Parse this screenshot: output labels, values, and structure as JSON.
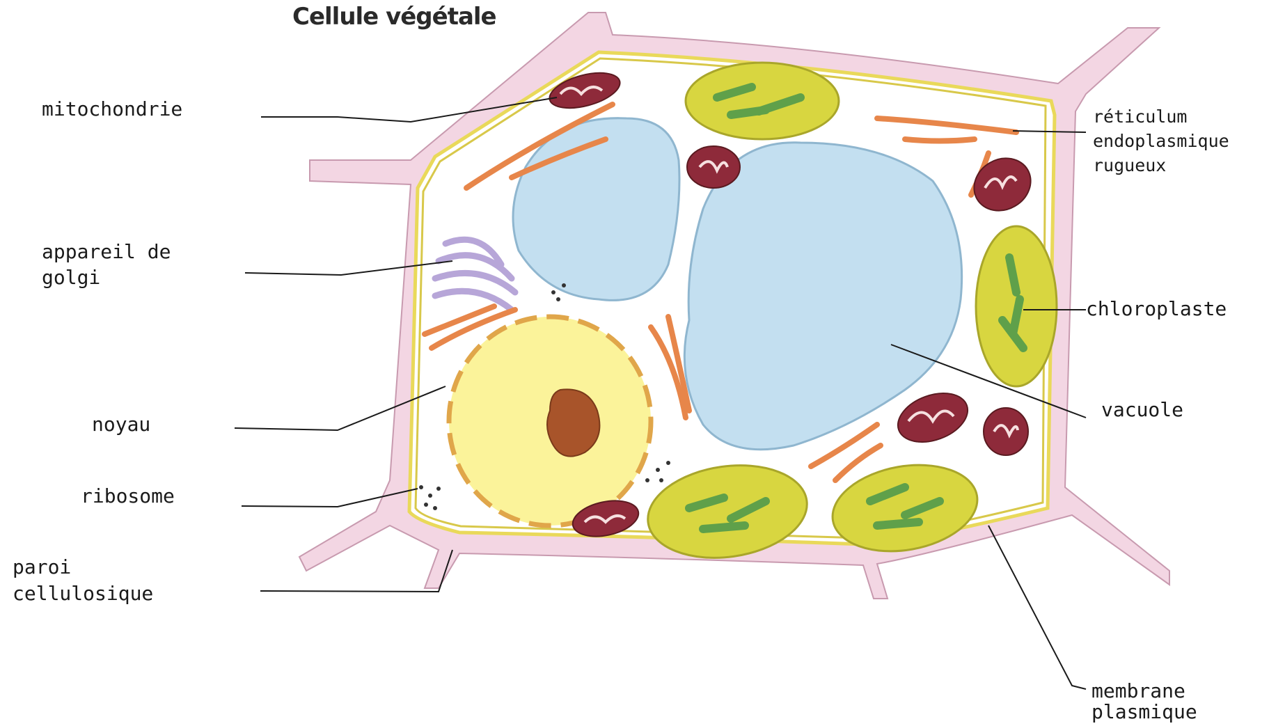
{
  "title": "Cellule végétale",
  "labels": {
    "mitochondrie": "mitochondrie",
    "appareil_line1": "appareil de",
    "appareil_line2": "golgi",
    "noyau": "noyau",
    "ribosome": "ribosome",
    "paroi_line1": "paroi",
    "paroi_line2": "cellulosique",
    "reticulum_line1": "réticulum",
    "reticulum_line2": "endoplasmique",
    "reticulum_line3": "rugueux",
    "chloroplaste": "chloroplaste",
    "vacuole": "vacuole",
    "membrane_line1": "membrane",
    "membrane_line2": "plasmique"
  },
  "colors": {
    "cell_wall": "#f3d6e3",
    "cell_wall_edge": "#c89aaf",
    "membrane": "#e9d95a",
    "vacuole": "#c3dff0",
    "vacuole_edge": "#8fb6cf",
    "nucleus": "#fbf39a",
    "nucleolus": "#a8542a",
    "chloroplast": "#d8d640",
    "thylakoid": "#5fa04a",
    "mitochondria": "#8e2a3a",
    "reticulum": "#e7864a",
    "golgi": "#b7a6d8"
  }
}
